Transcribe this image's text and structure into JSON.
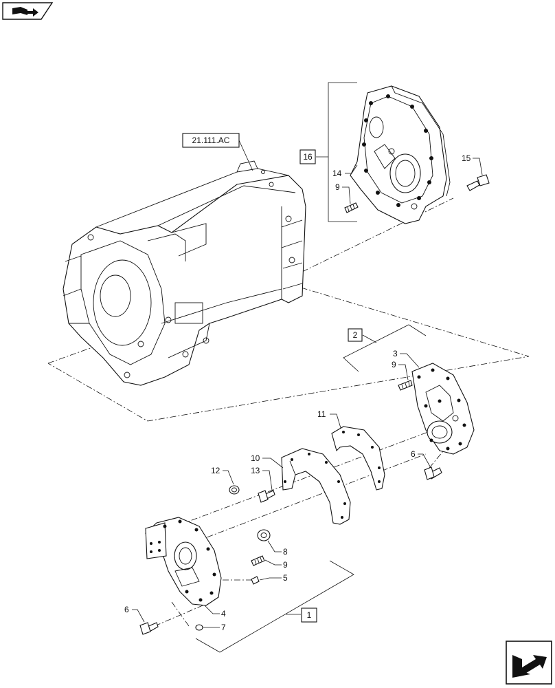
{
  "navigation": {
    "top_icon": "book-with-arrow-icon",
    "bottom_icon": "arrow-out-of-box-icon"
  },
  "reference": {
    "label": "21.111.AC"
  },
  "groups": [
    {
      "id": "g16",
      "label": "16"
    },
    {
      "id": "g2",
      "label": "2"
    },
    {
      "id": "g1",
      "label": "1"
    }
  ],
  "callouts": [
    {
      "id": "c14",
      "label": "14"
    },
    {
      "id": "c9a",
      "label": "9"
    },
    {
      "id": "c15",
      "label": "15"
    },
    {
      "id": "c3",
      "label": "3"
    },
    {
      "id": "c9b",
      "label": "9"
    },
    {
      "id": "c11",
      "label": "11"
    },
    {
      "id": "c6a",
      "label": "6"
    },
    {
      "id": "c10",
      "label": "10"
    },
    {
      "id": "c12",
      "label": "12"
    },
    {
      "id": "c13",
      "label": "13"
    },
    {
      "id": "c8",
      "label": "8"
    },
    {
      "id": "c9c",
      "label": "9"
    },
    {
      "id": "c5",
      "label": "5"
    },
    {
      "id": "c6b",
      "label": "6"
    },
    {
      "id": "c4",
      "label": "4"
    },
    {
      "id": "c7",
      "label": "7"
    }
  ]
}
